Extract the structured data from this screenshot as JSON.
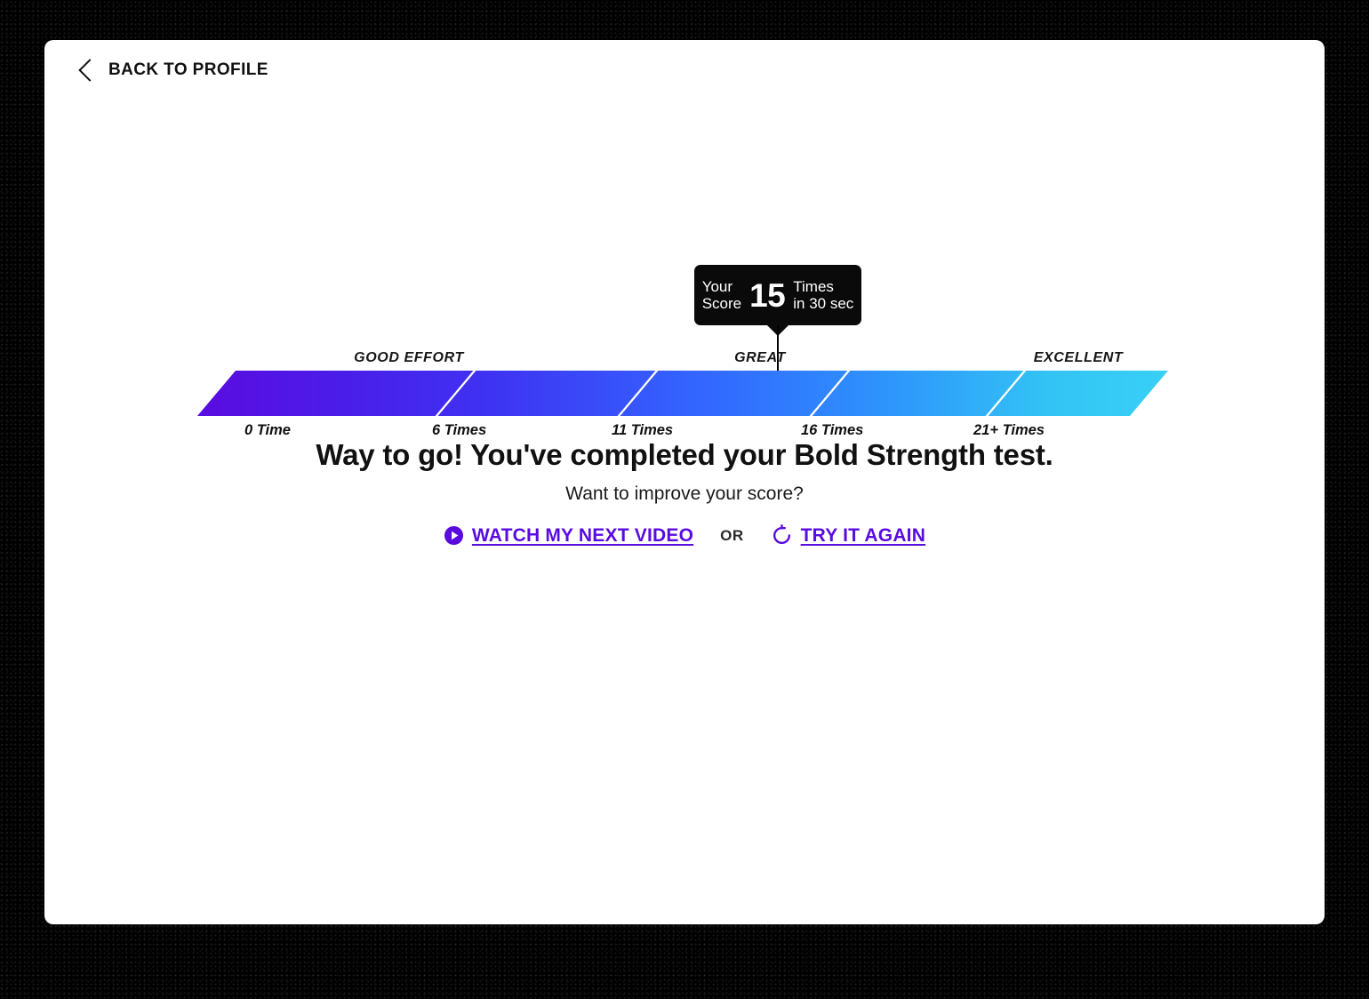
{
  "nav": {
    "back_label": "BACK TO PROFILE",
    "back_icon": "chevron-left-icon"
  },
  "score": {
    "tooltip_left_label": "Your\nScore",
    "tooltip_value": "15",
    "tooltip_right_label": "Times\nin 30 sec"
  },
  "message": {
    "headline": "Way to go! You've completed your Bold Strength test.",
    "subhead": "Want to improve your score?",
    "watch_label": "WATCH MY NEXT VIDEO",
    "watch_icon": "play-circle-icon",
    "or_label": "OR",
    "retry_label": "TRY IT AGAIN",
    "retry_icon": "refresh-icon"
  },
  "chart_data": {
    "type": "bar",
    "title": "Bold Strength test score meter",
    "xlabel": "",
    "ylabel": "",
    "categories": [
      "0 Time",
      "6 Times",
      "11 Times",
      "16 Times",
      "21+ Times"
    ],
    "tick_positions_pct": [
      0,
      25,
      45,
      65,
      86
    ],
    "bands": [
      {
        "label": "GOOD EFFORT",
        "center_pct": 22
      },
      {
        "label": "GREAT",
        "center_pct": 58
      },
      {
        "label": "EXCELLENT",
        "center_pct": 91
      }
    ],
    "dividers_pct": [
      28.5,
      49,
      67,
      85
    ],
    "marker": {
      "label": "Your Score",
      "value": 15,
      "unit": "Times in 30 sec",
      "position_pct": 63
    },
    "gradient": {
      "from": "#5a0ce0",
      "mid": "#3366ff",
      "to": "#38d0f7"
    },
    "grid": false,
    "legend": "none"
  },
  "colors": {
    "accent": "#5a0ce0",
    "tooltip_bg": "#0a0a0a",
    "text": "#111111",
    "card_bg": "#ffffff",
    "page_bg": "#000000"
  }
}
